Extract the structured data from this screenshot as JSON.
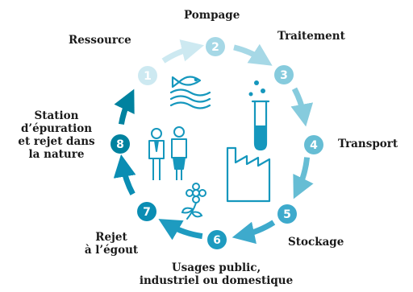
{
  "steps": [
    {
      "number": "1",
      "label": "Ressource"
    },
    {
      "number": "2",
      "label": "Pompage"
    },
    {
      "number": "3",
      "label": "Traitement"
    },
    {
      "number": "4",
      "label": "Transport"
    },
    {
      "number": "5",
      "label": "Stockage"
    },
    {
      "number": "6",
      "label": "Usages public,\nindustriel ou domestique"
    },
    {
      "number": "7",
      "label": "Rejet\nà l’égout"
    },
    {
      "number": "8",
      "label": "Station\nd’épuration\net rejet dans\nla nature"
    }
  ],
  "center_icons": [
    "fish-water-icon",
    "test-tube-icon",
    "people-icon",
    "factory-icon",
    "flower-icon"
  ],
  "colors": {
    "step_1": "#cde9f1",
    "step_2": "#a6d8e6",
    "step_3": "#86cbdd",
    "step_4": "#66bdd4",
    "step_5": "#3eaacc",
    "step_6": "#1e9bc0",
    "step_7": "#0a8db3",
    "step_8": "#00829f",
    "icon": "#1597bd"
  }
}
